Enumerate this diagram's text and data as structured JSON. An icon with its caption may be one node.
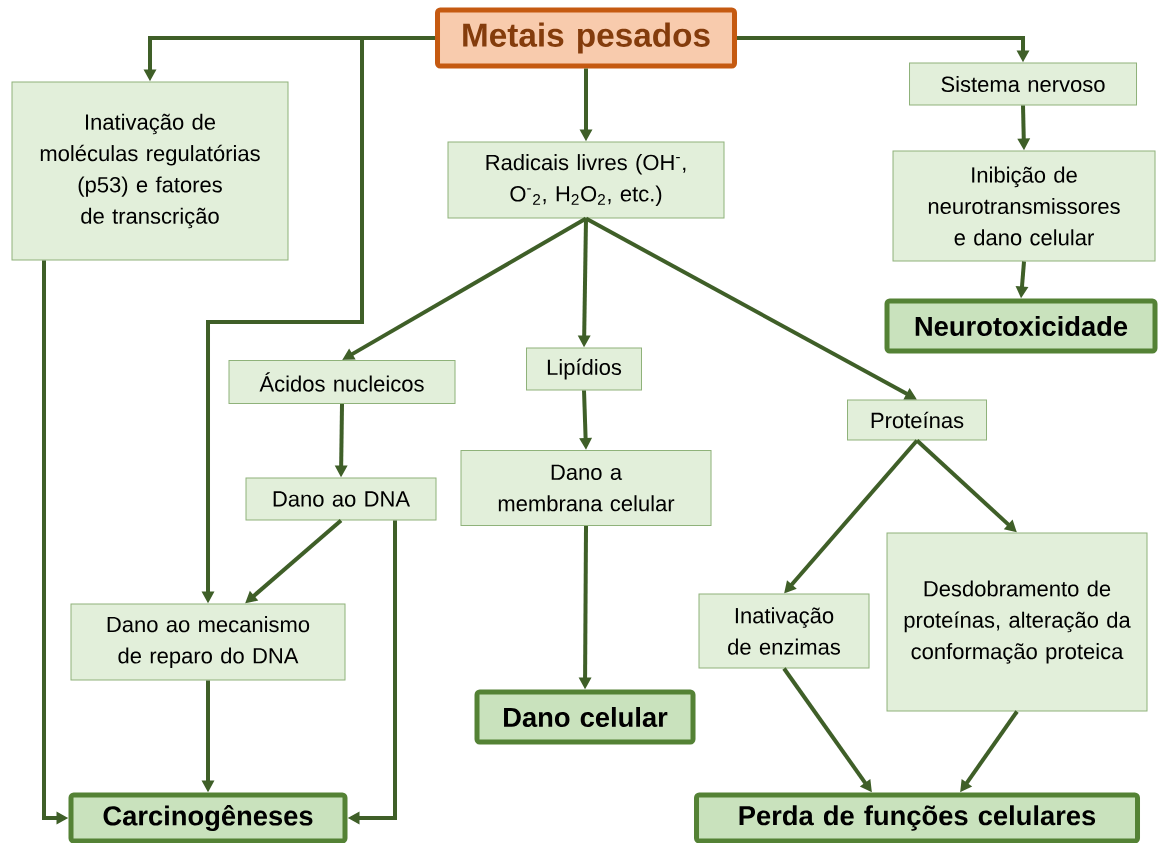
{
  "diagram": {
    "nodes": [
      {
        "text": [
          "Metais pesados"
        ]
      },
      {
        "text": [
          "Inativação de moléculas regulatórias (p53) e fatores de transcrição"
        ]
      },
      {
        "text": [
          "Radicais livres (OH$^{-}$, O$^{-}$$_{2}$, H$_{2}$O$_{2}$, etc.)"
        ]
      },
      {
        "text": [
          "Sistema nervoso"
        ]
      },
      {
        "text": [
          "Inibição de neurotransmissores e dano celular"
        ]
      },
      {
        "text": [
          "Neurotoxicidade"
        ]
      },
      {
        "text": [
          "Ácidos nucleicos"
        ]
      },
      {
        "text": [
          "Lipídios"
        ]
      },
      {
        "text": [
          "Proteínas"
        ]
      },
      {
        "text": [
          "Dano ao DNA"
        ]
      },
      {
        "text": [
          "Dano a membrana celular"
        ]
      },
      {
        "text": [
          "Dano ao mecanismo de reparo do DNA"
        ]
      },
      {
        "text": [
          "Desdobramento de proteínas, alteração da conformação proteica"
        ]
      },
      {
        "text": [
          "Inativação de enzimas"
        ]
      },
      {
        "text": [
          "Dano celular"
        ]
      },
      {
        "text": [
          "Carcinogêneses"
        ]
      },
      {
        "text": [
          "Perda de funções celulares"
        ]
      }
    ],
    "edges": [
      {
        "from": 0,
        "to": 1,
        "arrow": "to"
      },
      {
        "from": 0,
        "to": 11,
        "arrow": "to"
      },
      {
        "from": 0,
        "to": 2,
        "arrow": "to"
      },
      {
        "from": 0,
        "to": 3,
        "arrow": "to"
      },
      {
        "from": 3,
        "to": 4,
        "arrow": "to"
      },
      {
        "from": 4,
        "to": 5,
        "arrow": "to"
      },
      {
        "from": 2,
        "to": 6,
        "arrow": "to"
      },
      {
        "from": 2,
        "to": 7,
        "arrow": "to"
      },
      {
        "from": 2,
        "to": 8,
        "arrow": "to"
      },
      {
        "from": 6,
        "to": 9,
        "arrow": "to"
      },
      {
        "from": 9,
        "to": 11,
        "arrow": "to"
      },
      {
        "from": 9,
        "to": 15,
        "arrow": "to"
      },
      {
        "from": 1,
        "to": 15,
        "arrow": "to"
      },
      {
        "from": 11,
        "to": 15,
        "arrow": "to"
      },
      {
        "from": 7,
        "to": 10,
        "arrow": "to"
      },
      {
        "from": 10,
        "to": 14,
        "arrow": "to"
      },
      {
        "from": 8,
        "to": 13,
        "arrow": "to"
      },
      {
        "from": 8,
        "to": 12,
        "arrow": "to"
      },
      {
        "from": 13,
        "to": 16,
        "arrow": "to"
      },
      {
        "from": 12,
        "to": 16,
        "arrow": "to"
      }
    ]
  }
}
